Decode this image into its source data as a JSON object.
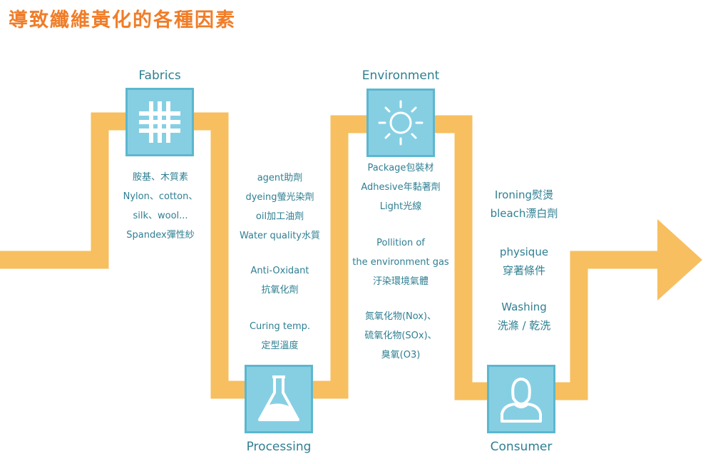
{
  "title": "導致纖維黃化的各種因素",
  "colors": {
    "path": "#f7bf5f",
    "box": "#86cfe3",
    "box_border": "#5cb7cf",
    "text": "#2f7f92",
    "title": "#f07d28"
  },
  "stages": [
    {
      "name": "Fabrics",
      "icon": "grid-icon"
    },
    {
      "name": "Processing",
      "icon": "flask-icon"
    },
    {
      "name": "Environment",
      "icon": "sun-icon"
    },
    {
      "name": "Consumer",
      "icon": "person-icon"
    }
  ],
  "fabrics_factors": [
    "胺基、木質素",
    "Nylon、cotton、",
    "silk、wool...",
    "Spandex彈性紗"
  ],
  "processing_factors": {
    "group1": [
      "agent助劑",
      "dyeing螢光染劑",
      "oil加工油劑",
      "Water quality水質"
    ],
    "group2": [
      "Anti-Oxidant",
      "抗氧化劑"
    ],
    "group3": [
      "Curing temp.",
      "定型溫度"
    ]
  },
  "environment_factors": {
    "group1": [
      "Package包裝材",
      "Adhesive年黏著劑",
      "Light光線"
    ],
    "group2": [
      "Pollition of",
      "the environment gas",
      "汙染環境氣體"
    ],
    "group3": [
      "氮氧化物(Nox)、",
      "硫氧化物(SOx)、",
      "臭氧(O3)"
    ]
  },
  "consumer_factors": {
    "group1": [
      "Ironing熨燙",
      "bleach漂白劑"
    ],
    "group2": [
      "physique",
      "穿著條件"
    ],
    "group3": [
      "Washing",
      "洗滌 / 乾洗"
    ]
  }
}
